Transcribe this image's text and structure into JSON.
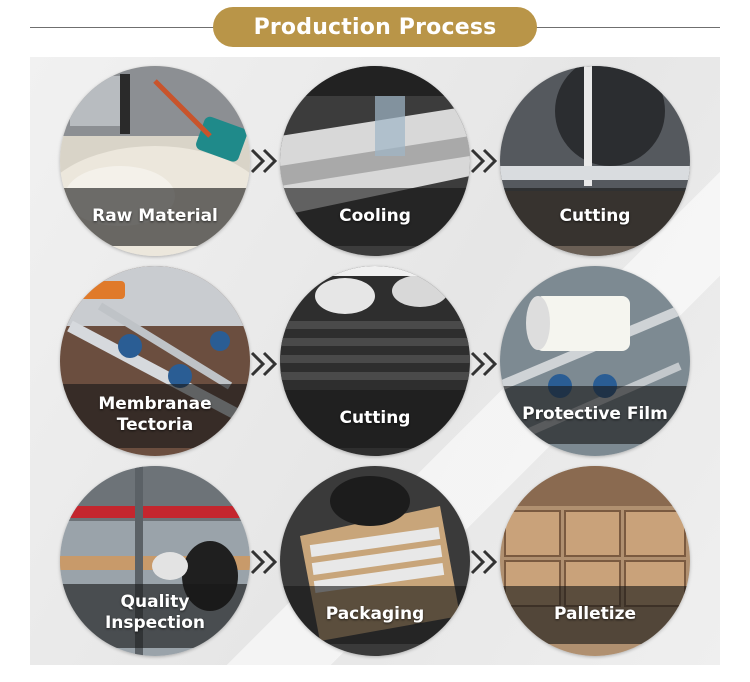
{
  "header": {
    "title": "Production Process"
  },
  "steps": [
    {
      "label": "Raw Material",
      "line2": ""
    },
    {
      "label": "Cooling",
      "line2": ""
    },
    {
      "label": "Cutting",
      "line2": ""
    },
    {
      "label": "Membranae",
      "line2": "Tectoria"
    },
    {
      "label": "Cutting",
      "line2": ""
    },
    {
      "label": "Protective Film",
      "line2": ""
    },
    {
      "label": "Quality",
      "line2": "Inspection"
    },
    {
      "label": "Packaging",
      "line2": ""
    },
    {
      "label": "Palletize",
      "line2": ""
    }
  ],
  "colors": {
    "title_pill": "#b99548",
    "panel": "#ececec",
    "caption_band": "#191919"
  },
  "icons": {
    "flow_arrow": "double-chevron-right-icon"
  }
}
